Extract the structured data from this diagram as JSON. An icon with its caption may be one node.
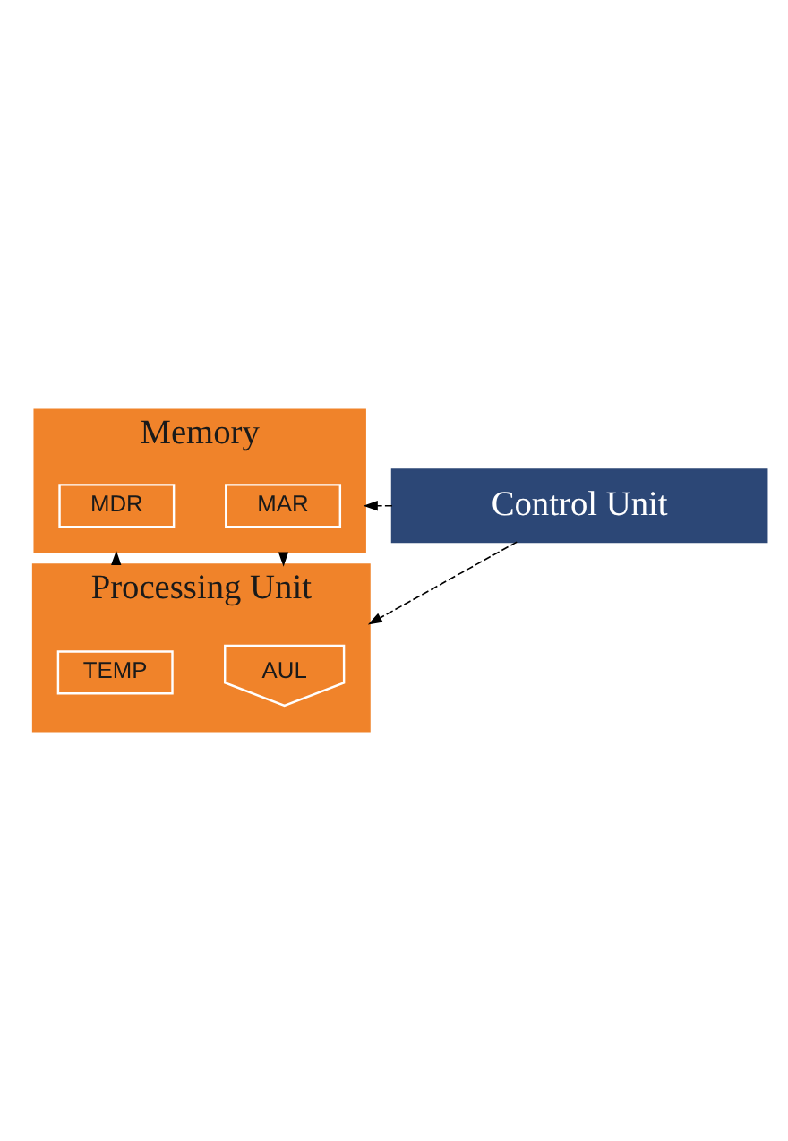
{
  "diagram": {
    "nodes": [
      {
        "text": [
          "Memory"
        ]
      },
      {
        "text": [
          "MAR"
        ],
        "in": 0
      },
      {
        "text": [
          "MDR"
        ],
        "in": 0
      },
      {
        "text": [
          "Processing Unit"
        ]
      },
      {
        "text": [
          "AUL"
        ],
        "in": 3
      },
      {
        "text": [
          "TEMP"
        ],
        "in": 3
      },
      {
        "text": [
          "Control Unit"
        ]
      }
    ],
    "edges": [
      {
        "from": 0,
        "to": 3,
        "arrow": "to"
      },
      {
        "from": 3,
        "to": 0,
        "arrow": "to"
      },
      {
        "from": 6,
        "to": 3,
        "arrow": "to",
        "style": "dashed"
      },
      {
        "from": 6,
        "to": 0,
        "arrow": "to",
        "style": "dashed"
      }
    ]
  }
}
